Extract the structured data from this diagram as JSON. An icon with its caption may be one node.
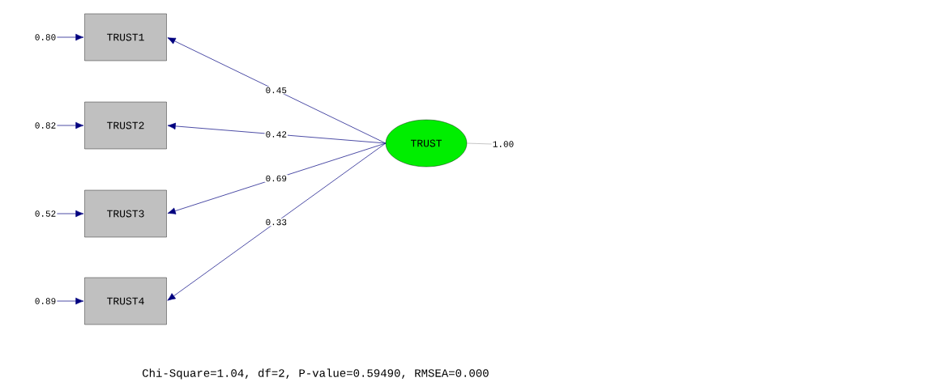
{
  "diagram": {
    "caption": "Chi-Square=1.04, df=2, P-value=0.59490, RMSEA=0.000",
    "nodes": [
      {
        "text": [
          "TRUST1"
        ]
      },
      {
        "text": [
          "TRUST2"
        ]
      },
      {
        "text": [
          "TRUST3"
        ]
      },
      {
        "text": [
          "TRUST4"
        ]
      },
      {
        "text": [
          "TRUST"
        ]
      },
      {
        "text": [
          "0.80"
        ]
      },
      {
        "text": [
          "0.82"
        ]
      },
      {
        "text": [
          "0.52"
        ]
      },
      {
        "text": [
          "0.89"
        ]
      },
      {
        "text": [
          "1.00"
        ]
      }
    ],
    "edges": [
      {
        "from": 4,
        "to": 0,
        "arrow": "to",
        "label": "0.45"
      },
      {
        "from": 4,
        "to": 1,
        "arrow": "to",
        "label": "0.42"
      },
      {
        "from": 4,
        "to": 2,
        "arrow": "to",
        "label": "0.69"
      },
      {
        "from": 4,
        "to": 3,
        "arrow": "to",
        "label": "0.33"
      },
      {
        "from": 5,
        "to": 0,
        "arrow": "to"
      },
      {
        "from": 6,
        "to": 1,
        "arrow": "to"
      },
      {
        "from": 7,
        "to": 2,
        "arrow": "to"
      },
      {
        "from": 8,
        "to": 3,
        "arrow": "to"
      },
      {
        "from": 4,
        "to": 9,
        "arrow": "none",
        "color": "#a0a0a0"
      }
    ]
  }
}
